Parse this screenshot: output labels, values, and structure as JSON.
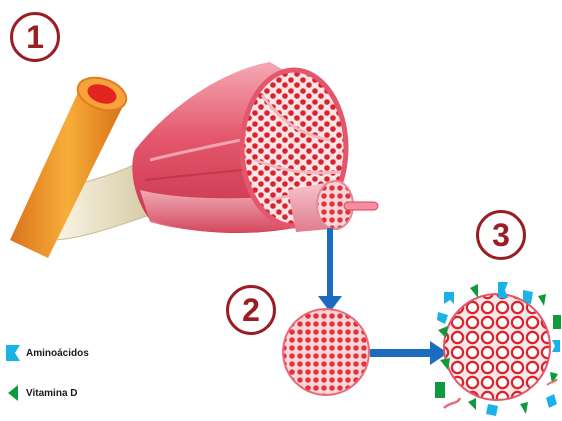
{
  "steps": {
    "one": "1",
    "two": "2",
    "three": "3"
  },
  "legend": {
    "items": [
      {
        "label": "Aminoácidos",
        "icon": "amino-acid-icon",
        "color": "#1ab2e8"
      },
      {
        "label": "Vitamina D",
        "icon": "vitamin-d-icon",
        "color": "#0f9a3e"
      }
    ]
  },
  "colors": {
    "muscle": "#e3566b",
    "muscle_light": "#f4a3b0",
    "fiber_red": "#d9242d",
    "vessel": "#f39a23",
    "tendon": "#f3ecd0",
    "step_ring": "#9b1d24",
    "arrow": "#1b6bc0"
  }
}
